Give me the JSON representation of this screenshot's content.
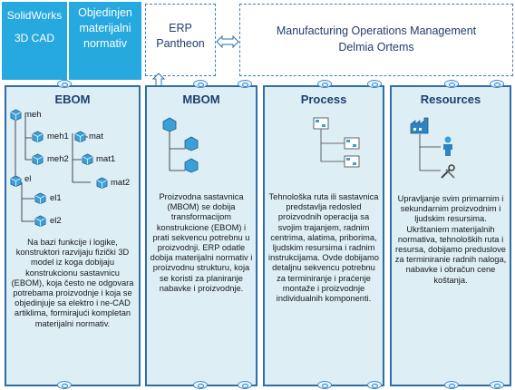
{
  "top": {
    "solidworks": {
      "line1": "SolidWorks",
      "line2": "3D CAD"
    },
    "objedinjeni": {
      "line1": "Objedinjen",
      "line2": "materijalni",
      "line3": "normativ"
    },
    "erp": {
      "line1": "ERP",
      "line2": "Pantheon"
    },
    "mom": {
      "line1": "Manufacturing Operations Management",
      "line2": "Delmia Ortems"
    }
  },
  "ebom": {
    "title": "EBOM",
    "nodes": {
      "meh": "meh",
      "meh1": "meh1",
      "meh2": "meh2",
      "mat": "mat",
      "mat1": "mat1",
      "mat2": "mat2",
      "el": "el",
      "el1": "el1",
      "el2": "el2"
    },
    "text": "Na bazi funkcije i logike, konstruktori razvijaju fizički 3D model iz koga dobijaju konstrukcionu sastavnicu (EBOM), koja često ne odgovara potrebama proizvodnje i koja se objedinjuje sa elektro i ne-CAD artiklima, formirajući kompletan materijalni normativ."
  },
  "mbom": {
    "title": "MBOM",
    "text": "Proizvodna sastavnica (MBOM) se dobija transformacijom konstrukcione (EBOM) i prati sekvencu potrebnu u proizvodnji. ERP odatle dobija materijalni normativ i proizvodnu strukturu, koja se koristi za planiranje nabavke i proizvodnje."
  },
  "process": {
    "title": "Process",
    "text": "Tehnološka ruta ili sastavnica predstavlja redosled proizvodnih operacija sa svojim trajanjem, radnim centrima, alatima, priborima, ljudskim resursima i radnim instrukcijama. Ovde dobijamo detaljnu sekvencu potrebnu za terminiranje i praćenje montaže i proizvodnje individualnih komponenti."
  },
  "resources": {
    "title": "Resources",
    "text": "Upravljanje svim primarnim i sekundarnim proizvodnim i ljudskim resursima. Ukrštaniem materijalnih normativa, tehnoloških ruta i resursa, dobijamo preduslove za terminiranie radnih naloga, nabavke i obračun cene koštanja."
  },
  "icons": [
    "cube-icon",
    "factory-icon",
    "worker-icon",
    "tools-icon",
    "process-flow-icon",
    "double-arrow-icon",
    "ring-icon"
  ],
  "colors": {
    "accent": "#26a9de",
    "panel": "#ddeef5",
    "border": "#2e6fa7",
    "heading": "#1f3f6e"
  }
}
